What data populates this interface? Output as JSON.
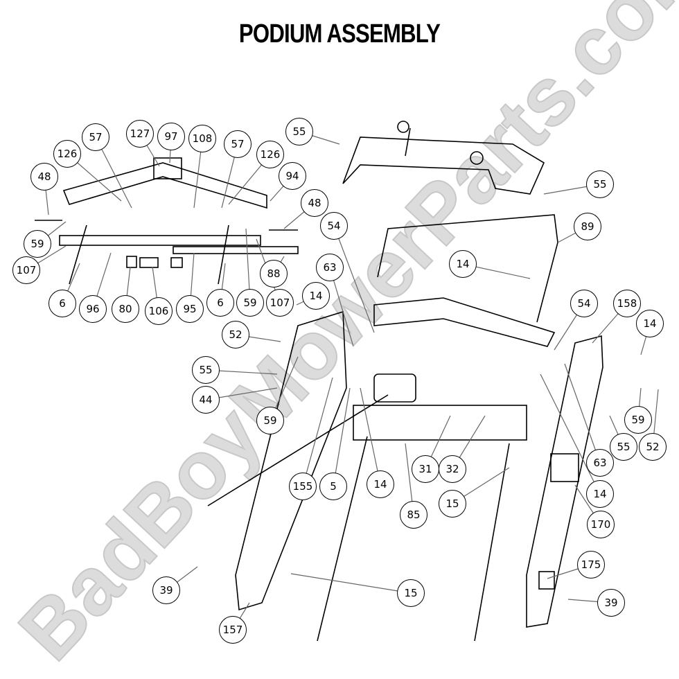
{
  "title": "PODIUM ASSEMBLY",
  "watermark": "BadBoyMowerParts.com",
  "callouts": [
    "48",
    "126",
    "57",
    "127",
    "97",
    "108",
    "57",
    "126",
    "94",
    "48",
    "59",
    "107",
    "6",
    "96",
    "80",
    "106",
    "95",
    "6",
    "59",
    "107",
    "88",
    "55",
    "55",
    "89",
    "54",
    "63",
    "14",
    "14",
    "54",
    "158",
    "14",
    "52",
    "55",
    "44",
    "59",
    "59",
    "55",
    "52",
    "63",
    "14",
    "170",
    "31",
    "32",
    "155",
    "5",
    "14",
    "85",
    "15",
    "175",
    "39",
    "15",
    "39",
    "157"
  ],
  "colors": {
    "line": "#000000",
    "leader": "#666666",
    "watermark": "#d9d9d9"
  }
}
